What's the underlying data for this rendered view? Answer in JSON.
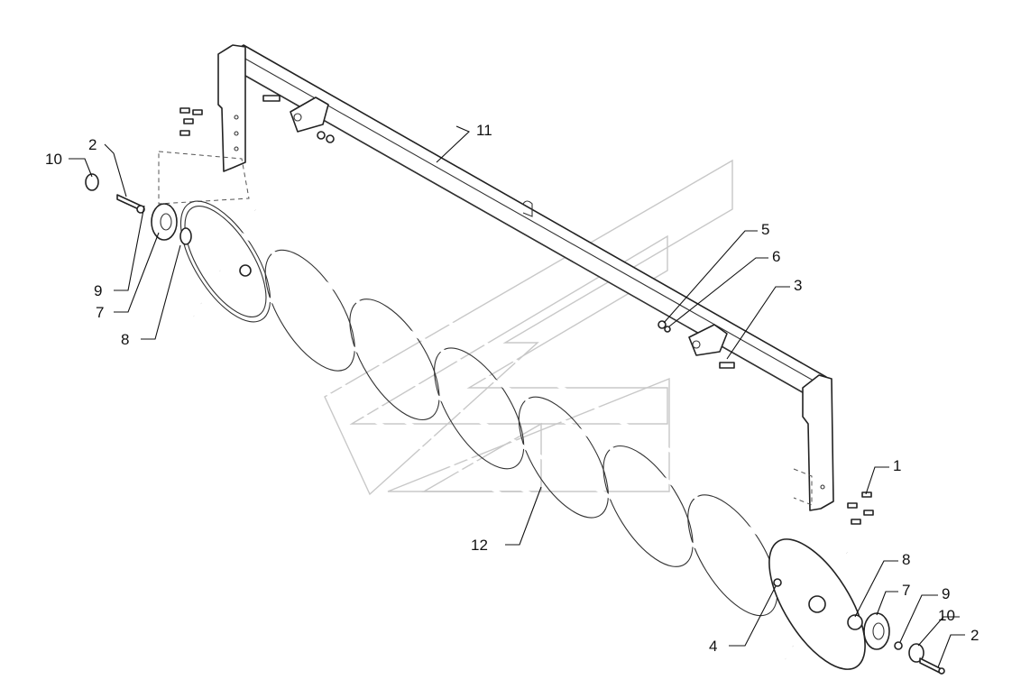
{
  "callouts": {
    "c1": "1",
    "c2_left": "2",
    "c2_right": "2",
    "c3": "3",
    "c4": "4",
    "c5": "5",
    "c6": "6",
    "c7_left": "7",
    "c7_right": "7",
    "c8_left": "8",
    "c8_right": "8",
    "c9_left": "9",
    "c9_right": "9",
    "c10_left": "10",
    "c10_right": "10",
    "c11": "11",
    "c12": "12"
  }
}
